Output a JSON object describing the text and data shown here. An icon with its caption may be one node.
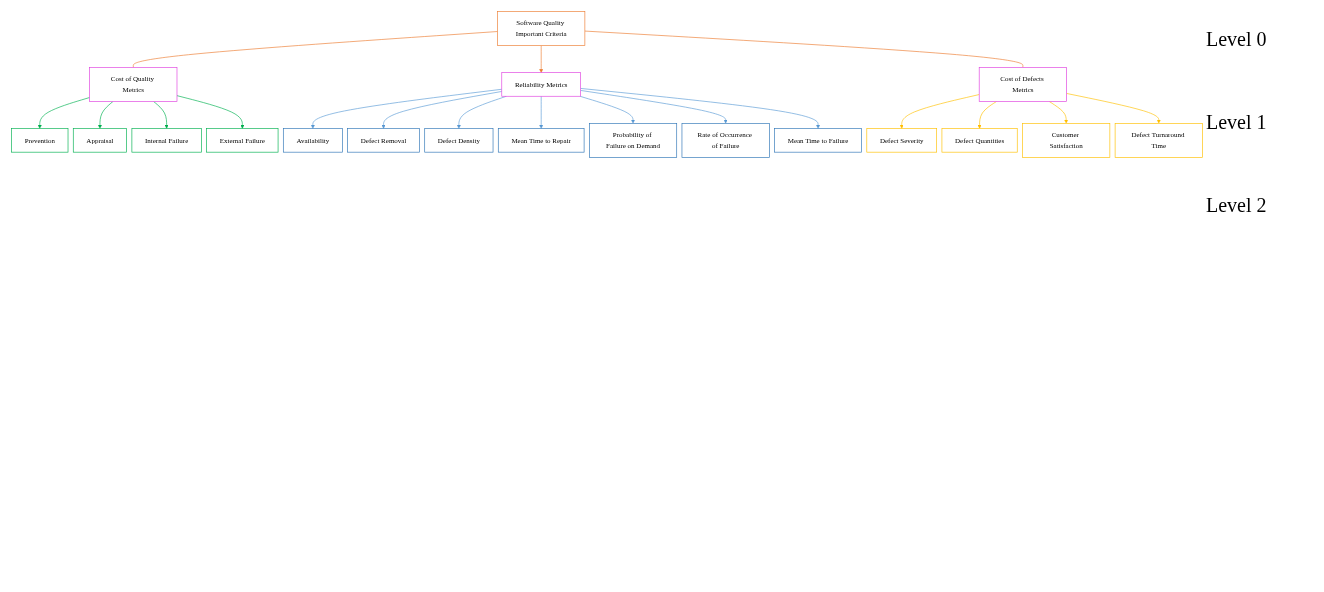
{
  "diagram": {
    "nodes": [
      {
        "text": [
          "Software Quality Important Criteria"
        ]
      },
      {
        "text": [
          "Cost of Quality Metrics"
        ]
      },
      {
        "text": [
          "Reliability Metrics"
        ]
      },
      {
        "text": [
          "Cost of Defects Metrics"
        ]
      },
      {
        "text": [
          "Prevention"
        ]
      },
      {
        "text": [
          "Appraisal"
        ]
      },
      {
        "text": [
          "Internal Failure"
        ]
      },
      {
        "text": [
          "External Failure"
        ]
      },
      {
        "text": [
          "Availability"
        ]
      },
      {
        "text": [
          "Defect Removal"
        ]
      },
      {
        "text": [
          "Defect Density"
        ]
      },
      {
        "text": [
          "Mean Time to Repair"
        ]
      },
      {
        "text": [
          "Probability of Failure on Demand"
        ]
      },
      {
        "text": [
          "Rate of Occurrence of Failure"
        ]
      },
      {
        "text": [
          "Mean Time to Failure"
        ]
      },
      {
        "text": [
          "Defect Severity"
        ]
      },
      {
        "text": [
          "Defect Quantities"
        ]
      },
      {
        "text": [
          "Customer Satisfaction"
        ]
      },
      {
        "text": [
          "Defect Turnaround Time"
        ]
      }
    ],
    "edges": [
      {
        "from": 0,
        "to": 1,
        "arrow": "none",
        "color": "#ed7d31"
      },
      {
        "from": 0,
        "to": 2,
        "arrow": "to",
        "color": "#ed7d31"
      },
      {
        "from": 0,
        "to": 3,
        "arrow": "none",
        "color": "#ed7d31"
      },
      {
        "from": 1,
        "to": 4,
        "arrow": "to",
        "color": "#00b050"
      },
      {
        "from": 1,
        "to": 5,
        "arrow": "to",
        "color": "#00b050"
      },
      {
        "from": 1,
        "to": 6,
        "arrow": "to",
        "color": "#00b050"
      },
      {
        "from": 1,
        "to": 7,
        "arrow": "to",
        "color": "#00b050"
      },
      {
        "from": 2,
        "to": 8,
        "arrow": "to"
      },
      {
        "from": 2,
        "to": 9,
        "arrow": "to"
      },
      {
        "from": 2,
        "to": 10,
        "arrow": "to"
      },
      {
        "from": 2,
        "to": 11,
        "arrow": "to"
      },
      {
        "from": 2,
        "to": 12,
        "arrow": "to"
      },
      {
        "from": 2,
        "to": 13,
        "arrow": "to"
      },
      {
        "from": 2,
        "to": 14,
        "arrow": "to"
      },
      {
        "from": 3,
        "to": 15,
        "arrow": "to",
        "color": "#ffc000"
      },
      {
        "from": 3,
        "to": 16,
        "arrow": "to",
        "color": "#ffc000"
      },
      {
        "from": 3,
        "to": 17,
        "arrow": "to",
        "color": "#ffc000"
      },
      {
        "from": 3,
        "to": 18,
        "arrow": "to",
        "color": "#ffc000"
      }
    ],
    "labels": [
      "Level 0",
      "Level 1",
      "Level 2"
    ]
  }
}
